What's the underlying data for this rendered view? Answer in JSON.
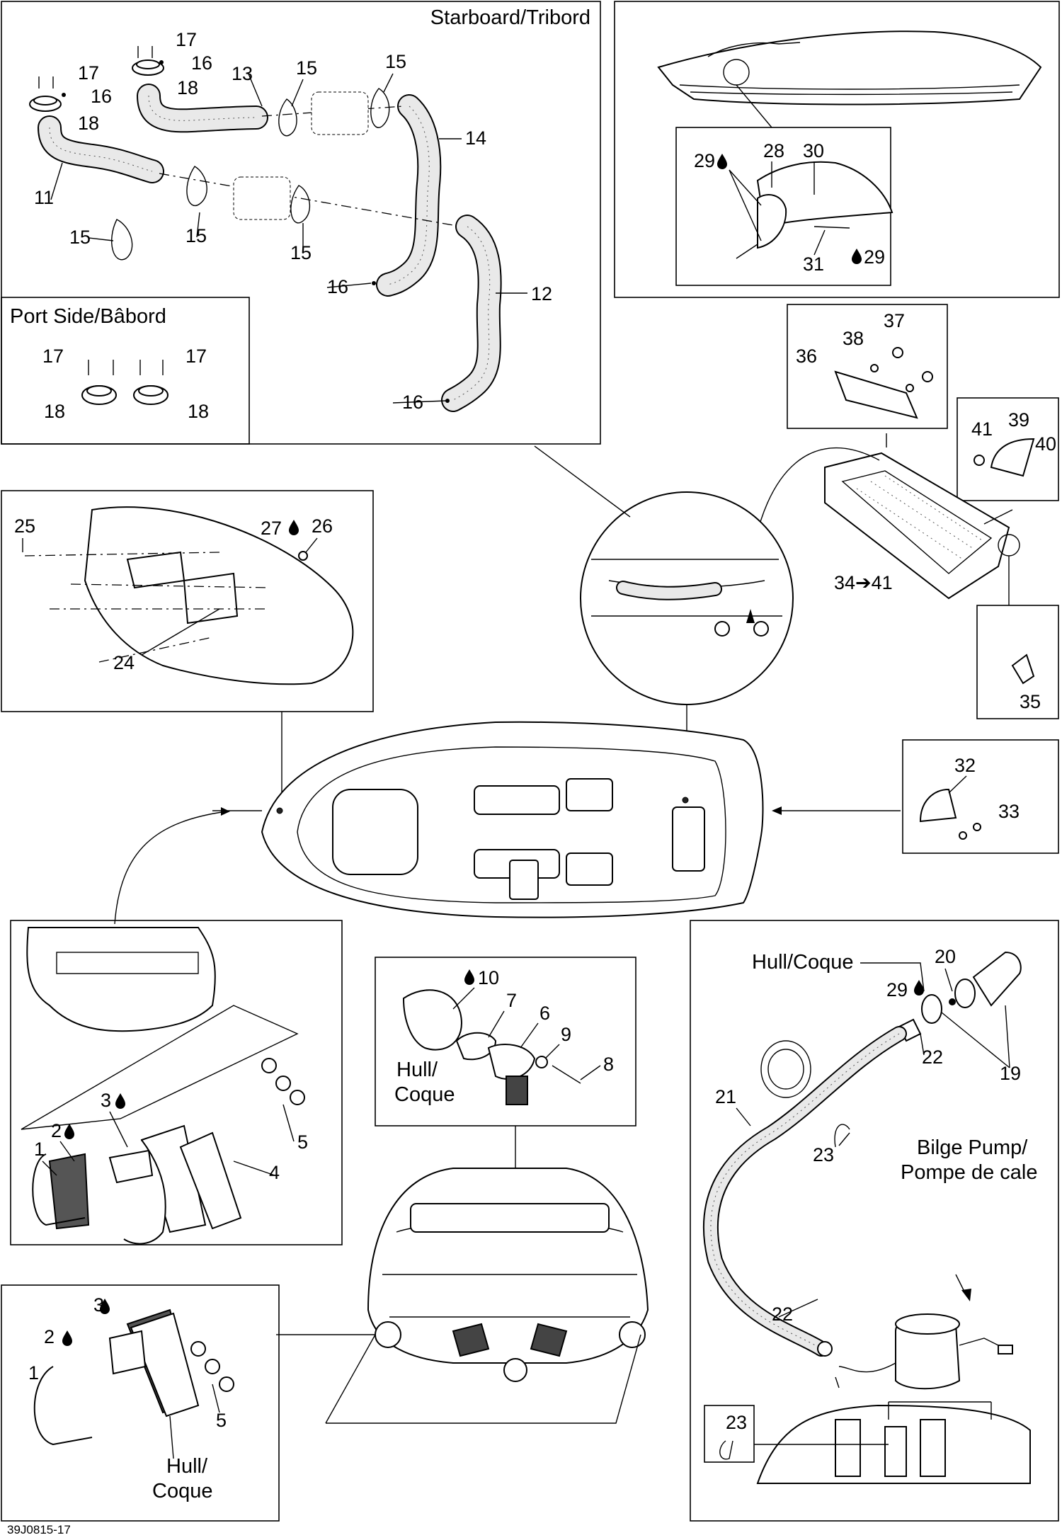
{
  "diagram_code": "39J0815-17",
  "panels": {
    "starboard": {
      "title": "Starboard/Tribord"
    },
    "port": {
      "title": "Port Side/Bâbord"
    }
  },
  "captions": {
    "hull_coque_19": "Hull/Coque",
    "bilge_pump_line1": "Bilge Pump/",
    "bilge_pump_line2": "Pompe de cale",
    "hull_drain_line1": "Hull/",
    "hull_drain_line2": "Coque",
    "hull_bottom_line1": "Hull/",
    "hull_bottom_line2": "Coque"
  },
  "callouts": {
    "c17a": "17",
    "c16a": "16",
    "c18a": "18",
    "c13": "13",
    "c15a": "15",
    "c15b": "15",
    "c17b": "17",
    "c16b": "16",
    "c18b": "18",
    "c14": "14",
    "c11": "11",
    "c15c": "15",
    "c15d": "15",
    "c15e": "15",
    "c16c": "16",
    "c12": "12",
    "c16d": "16",
    "c17c": "17",
    "c17d": "17",
    "c18c": "18",
    "c18d": "18",
    "c29a": "29",
    "c28": "28",
    "c30": "30",
    "c31": "31",
    "c29b": "29",
    "c37": "37",
    "c38": "38",
    "c36": "36",
    "c39": "39",
    "c41": "41",
    "c40": "40",
    "c34_41": "34➔41",
    "c35": "35",
    "c25": "25",
    "c27": "27",
    "c26": "26",
    "c24": "24",
    "c32": "32",
    "c33": "33",
    "c10": "10",
    "c7": "7",
    "c6": "6",
    "c9": "9",
    "c8": "8",
    "c20": "20",
    "c29c": "29",
    "c22a": "22",
    "c19": "19",
    "c21": "21",
    "c23a": "23",
    "c22b": "22",
    "c23b": "23",
    "c3a": "3",
    "c2a": "2",
    "c1a": "1",
    "c5a": "5",
    "c4": "4",
    "c3b": "3",
    "c2b": "2",
    "c1b": "1",
    "c5b": "5"
  },
  "icons": {
    "drop": "sealant-drop-icon",
    "arrow": "direction-arrow-icon"
  }
}
